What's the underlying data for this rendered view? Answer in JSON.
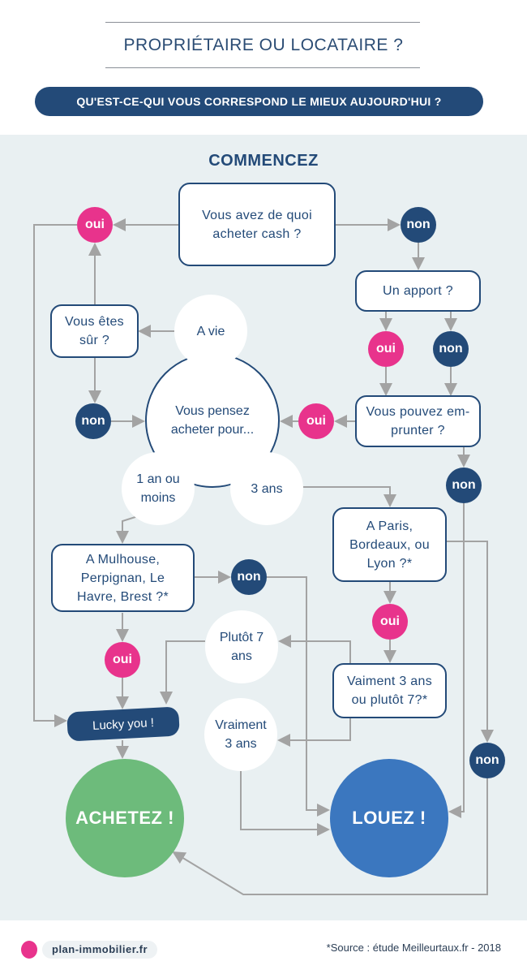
{
  "header": {
    "title": "PROPRIÉTAIRE OU LOCATAIRE ?",
    "subtitle": "QU'EST-CE-QUI VOUS CORRESPOND LE MIEUX AUJOURD'HUI ?"
  },
  "start_label": "COMMENCEZ",
  "nodes": {
    "cash": "Vous avez de quoi acheter cash ?",
    "apport": "Un apport ?",
    "emprunter": "Vous pouvez em-prunter ?",
    "pensez": "Vous pensez acheter pour...",
    "a_vie": "A vie",
    "sur": "Vous êtes sûr ?",
    "un_an": "1 an ou moins",
    "trois_ans": "3 ans",
    "paris": "A Paris, Bordeaux, ou Lyon ?*",
    "mulhouse": "A Mulhouse, Perpignan, Le Havre, Brest ?*",
    "plutot7": "Plutôt 7 ans",
    "vaiment": "Vaiment 3 ans ou plutôt 7?*",
    "vraiment3": "Vraiment 3 ans",
    "lucky": "Lucky you !",
    "achetez": "ACHETEZ !",
    "louez": "LOUEZ !"
  },
  "answers": {
    "yes": "oui",
    "no": "non"
  },
  "footer": {
    "site": "plan-immobilier.fr",
    "source": "*Source : étude Meilleurtaux.fr - 2018"
  },
  "colors": {
    "navy": "#234a78",
    "pink": "#e8338c",
    "green": "#6dbb7b",
    "blue": "#3b77bf",
    "arrow": "#a3a3a3"
  }
}
